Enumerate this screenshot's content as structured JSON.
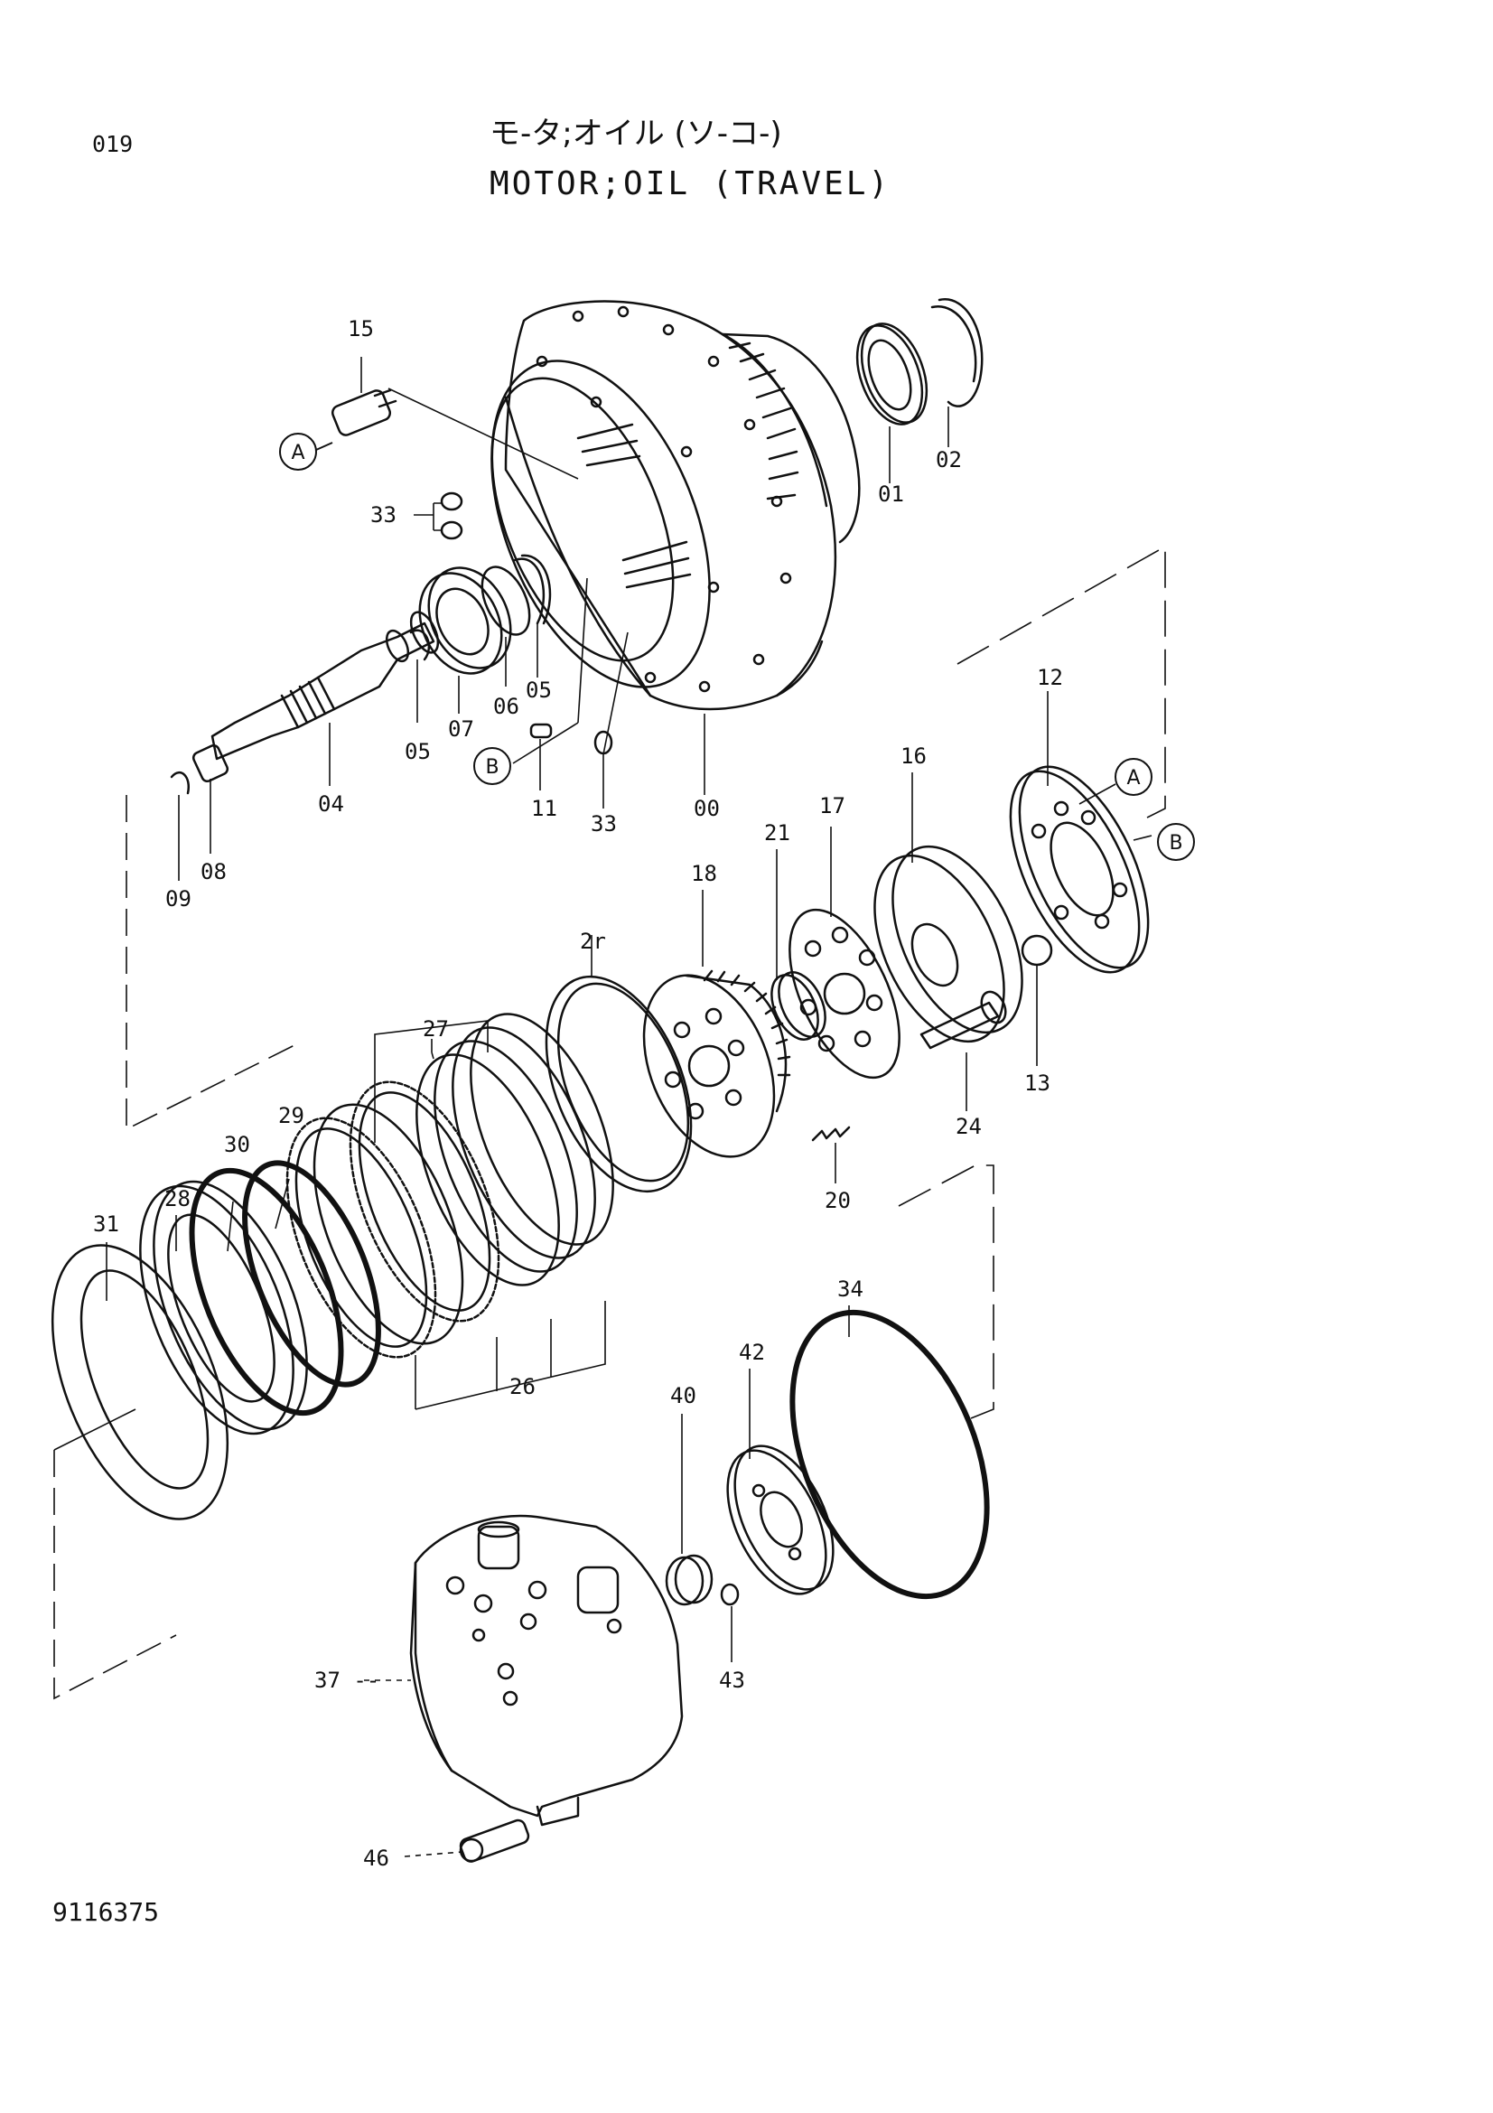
{
  "page_number": "019",
  "title_japanese": "モ-タ;オイル (ソ-コ-)",
  "title_english": "MOTOR;OIL (TRAVEL)",
  "drawing_number": "9116375",
  "part_callouts": [
    "00",
    "01",
    "02",
    "04",
    "05",
    "05",
    "06",
    "07",
    "08",
    "09",
    "11",
    "12",
    "13",
    "15",
    "16",
    "17",
    "18",
    "20",
    "21",
    "2r",
    "24",
    "26",
    "27",
    "28",
    "29",
    "30",
    "31",
    "33",
    "33",
    "34",
    "37 --",
    "40",
    "42",
    "43",
    "46"
  ],
  "reference_markers": [
    "A",
    "A",
    "B",
    "B"
  ]
}
